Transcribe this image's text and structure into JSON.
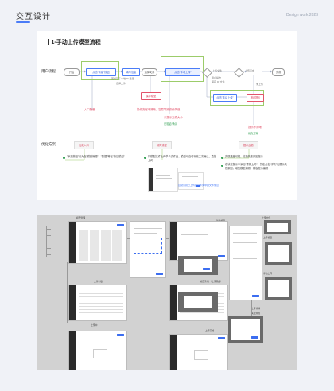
{
  "header": {
    "title": "交互设计",
    "design_work": "Design work 2023"
  },
  "flow": {
    "heading": "1-手动上传模型流程",
    "user_flow_label": "用户流程",
    "optimization_label": "优化方案",
    "nodes": {
      "start": "开始",
      "click_upload": "点击\"新建\"按钮",
      "fill_info": "填写信息",
      "select_file": "选择文件",
      "click_manual_upload": "点击\"手动上传\"",
      "upload_file": "上传文件",
      "upload_done": "上传完成",
      "click_confirm_upload": "点击\"手动上传\"",
      "complete": "完成",
      "save_model": "保存模型",
      "wrong_path": "错误提示"
    },
    "tiny_texts": {
      "fill_note": "若填写了本地 ID 路径",
      "fill_note2": "选择文件",
      "user_step": "用户操作",
      "user_step2": "保存 ID 文件",
      "not_uploaded": "未上传"
    },
    "red_notes": {
      "entry_hidden": "入口隐蔽",
      "uncertain_step": "操作流程不清晰，容易导致操作失误",
      "not_show_file": "未提示文件大小",
      "unclear_result": "提示不清晰"
    },
    "green_notes": {
      "green1": "已验证/确认",
      "green2": "优化方案"
    },
    "chips": {
      "entry": "优化入口",
      "process": "精简流程",
      "feedback": "提示反馈"
    },
    "optimizations": {
      "opt1": "\"添加按钮\"改为在\"模型管理\"，\"数据\"等在\"新建模型\"",
      "opt2": "将模型文件上传单个文件夹，模型可自动补充二次确认，直接上传",
      "opt3a": "实现进度可视，增加失败原因提示",
      "opt3b": "在状态提示中添加\"重新上传\"，并在点击\"详情\"后展示失败原因，增加模型编辑，模板提示编辑"
    },
    "mini_caption": "自动识别已上传的文件夹中的文件信息"
  },
  "wireframes": {
    "labels": [
      "模型管理",
      "新建模型",
      "上传文件",
      "上传模型",
      "手动上传",
      "文件列表",
      "模型列表（上传完成）",
      "上传中",
      "上传完成",
      "上传详情",
      "失败原因"
    ]
  }
}
